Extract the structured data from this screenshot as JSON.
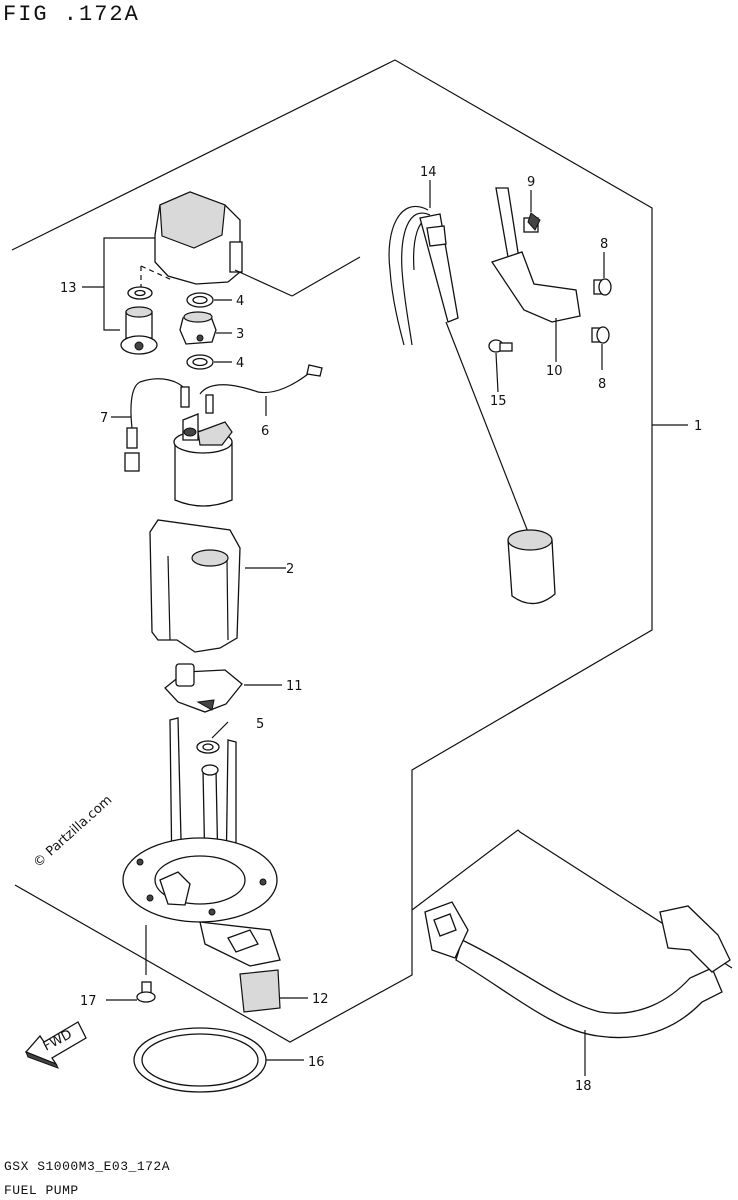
{
  "figure": {
    "title": "FIG .172A",
    "model_code": "GSX S1000M3_E03_172A",
    "assembly_name": "FUEL PUMP",
    "watermark": "© Partzilla.com"
  },
  "callouts": {
    "p1": "1",
    "p2": "2",
    "p3": "3",
    "p4a": "4",
    "p4b": "4",
    "p5": "5",
    "p6": "6",
    "p7": "7",
    "p8a": "8",
    "p8b": "8",
    "p9": "9",
    "p10": "10",
    "p11": "11",
    "p12": "12",
    "p13": "13",
    "p14": "14",
    "p15": "15",
    "p16": "16",
    "p17": "17",
    "p18": "18"
  },
  "fwd_label": "FWD"
}
